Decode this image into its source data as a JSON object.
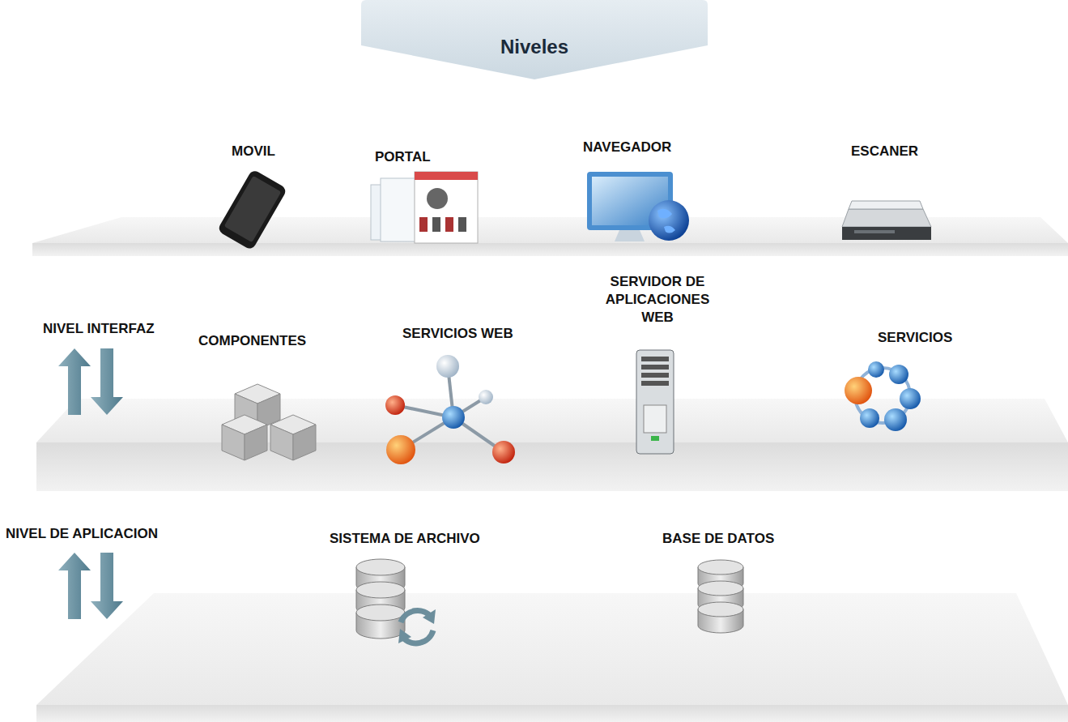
{
  "diagram": {
    "title": "Niveles",
    "labels": [
      "MOVIL",
      "PORTAL",
      "NAVEGADOR",
      "ESCANER",
      "NIVEL INTERFAZ",
      "COMPONENTES",
      "SERVICIOS WEB",
      "SERVIDOR DE APLICACIONES WEB",
      "SERVICIOS",
      "NIVEL DE APLICACION",
      "SISTEMA DE ARCHIVO",
      "BASE DE DATOS"
    ]
  }
}
